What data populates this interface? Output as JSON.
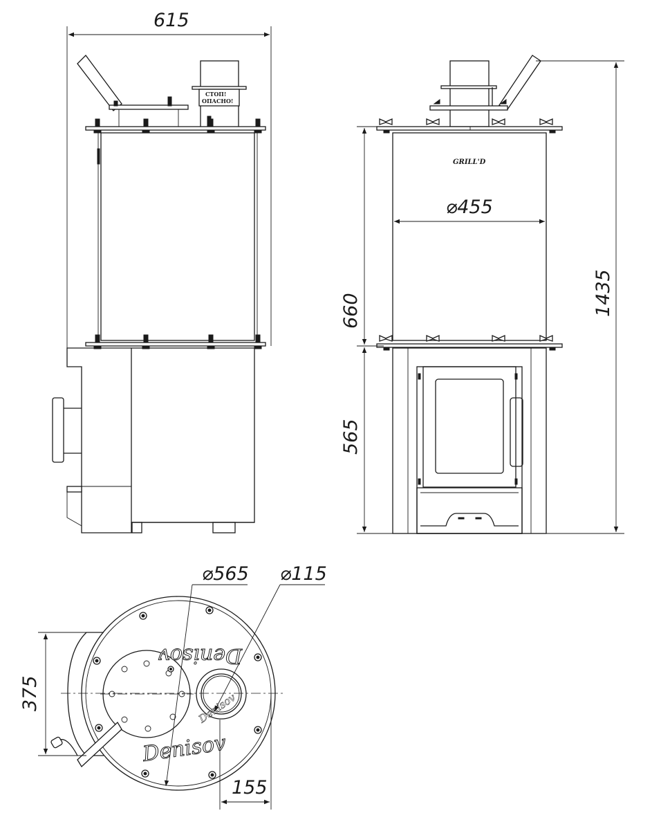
{
  "side_view": {
    "width_dim": "615",
    "warning_label": [
      "СТОП!",
      "ОПАСНО!"
    ]
  },
  "front_view": {
    "tank_diameter_dim": "⌀455",
    "tank_height_dim": "660",
    "firebox_height_dim": "565",
    "total_height_dim": "1435",
    "logo": "GRILL'D"
  },
  "top_view": {
    "outer_diameter_dim": "⌀565",
    "chimney_diameter_dim": "⌀115",
    "depth_dim": "375",
    "chimney_offset_dim": "155",
    "brand_script": "Denisov"
  }
}
